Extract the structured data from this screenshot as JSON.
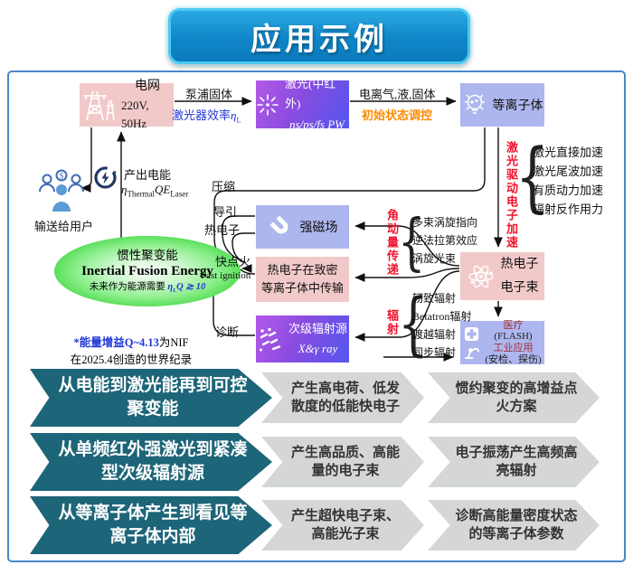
{
  "title": "应用示例",
  "colors": {
    "banner_blue": "#0f86c8",
    "banner_glow": "#4cc9f2",
    "panel_border": "#4a86c8",
    "pink": "#f2c9c9",
    "periwinkle": "#adb6ee",
    "purple_start": "#b35ae8",
    "purple_end": "#5356ee",
    "green": "#3fd63f",
    "teal": "#1d6578",
    "gray": "#d4d6d8",
    "red_text": "#f0142d",
    "blue_text": "#2238d8",
    "orange_text": "#ff8a00"
  },
  "diagram": {
    "grid": {
      "name": "电网",
      "spec": "220V, 50Hz"
    },
    "laser": {
      "line1": "激光(中红外)",
      "line2": "ns/ps/fs PW"
    },
    "plasma": {
      "label": "等离子体"
    },
    "magnet": {
      "label": "强磁场"
    },
    "transport": {
      "line1": "热电子在致密",
      "line2": "等离子体中传输"
    },
    "source": {
      "line1": "次级辐射源",
      "line2": "X&γ ray"
    },
    "hot_electron": {
      "line1": "热电子",
      "line2": "电子束"
    },
    "apps": {
      "line1": "医疗",
      "line2": "(FLASH)",
      "line3": "工业应用",
      "line4": "(安检、探伤)"
    },
    "fusion": {
      "line1": "惯性聚变能",
      "line2": "Inertial Fusion Energy",
      "req_pre": "未来作为能源需要 ",
      "req_eta": "η",
      "req_eta_sub": "L",
      "req_post": "Q ≳ 10"
    },
    "users_label": "输送给用户",
    "power_out": {
      "label": "产出电能",
      "eta": "η",
      "eta_sub": "Thermal",
      "qe": "QE",
      "qe_sub": "Laser"
    },
    "pump": {
      "top": "泵浦固体",
      "bottom_text": "激光器效率",
      "bottom_eta": "η",
      "bottom_sub": "L"
    },
    "ionize": {
      "top": "电离气,液,固体",
      "bottom": "初始状态调控"
    },
    "accel": {
      "label": "激光驱动电子加速",
      "items": [
        "激光直接加速",
        "激光尾波加速",
        "有质动力加速",
        "辐射反作用力"
      ]
    },
    "angular": {
      "label": "角动量传递",
      "items": [
        "多束涡旋指向",
        "逆法拉第效应",
        "涡旋光束"
      ]
    },
    "radiation": {
      "label": "辐射",
      "items": [
        "轫致辐射",
        "Betatron辐射",
        "渡越辐射",
        "同步辐射"
      ]
    },
    "compress": "压缩",
    "guide": "导引",
    "hot_e": "热电子",
    "fast_cn": "快点火",
    "fast_en": "Fast ignition",
    "diagnose": "诊断",
    "note": {
      "blue": "*能量增益Q~4.13",
      "black": "为NIF",
      "line2": "在2025.4创造的世界纪录"
    }
  },
  "rows": [
    {
      "lead": "从电能到激光能再到可控聚变能",
      "step1": "产生高电荷、低发散度的低能快电子",
      "step2": "惯约聚变的高增益点火方案"
    },
    {
      "lead": "从单频红外强激光到紧凑型次级辐射源",
      "step1": "产生高品质、高能量的电子束",
      "step2": "电子振荡产生高频高亮辐射"
    },
    {
      "lead": "从等离子体产生到看见等离子体内部",
      "step1": "产生超快电子束、高能光子束",
      "step2": "诊断高能量密度状态的等离子体参数"
    }
  ]
}
